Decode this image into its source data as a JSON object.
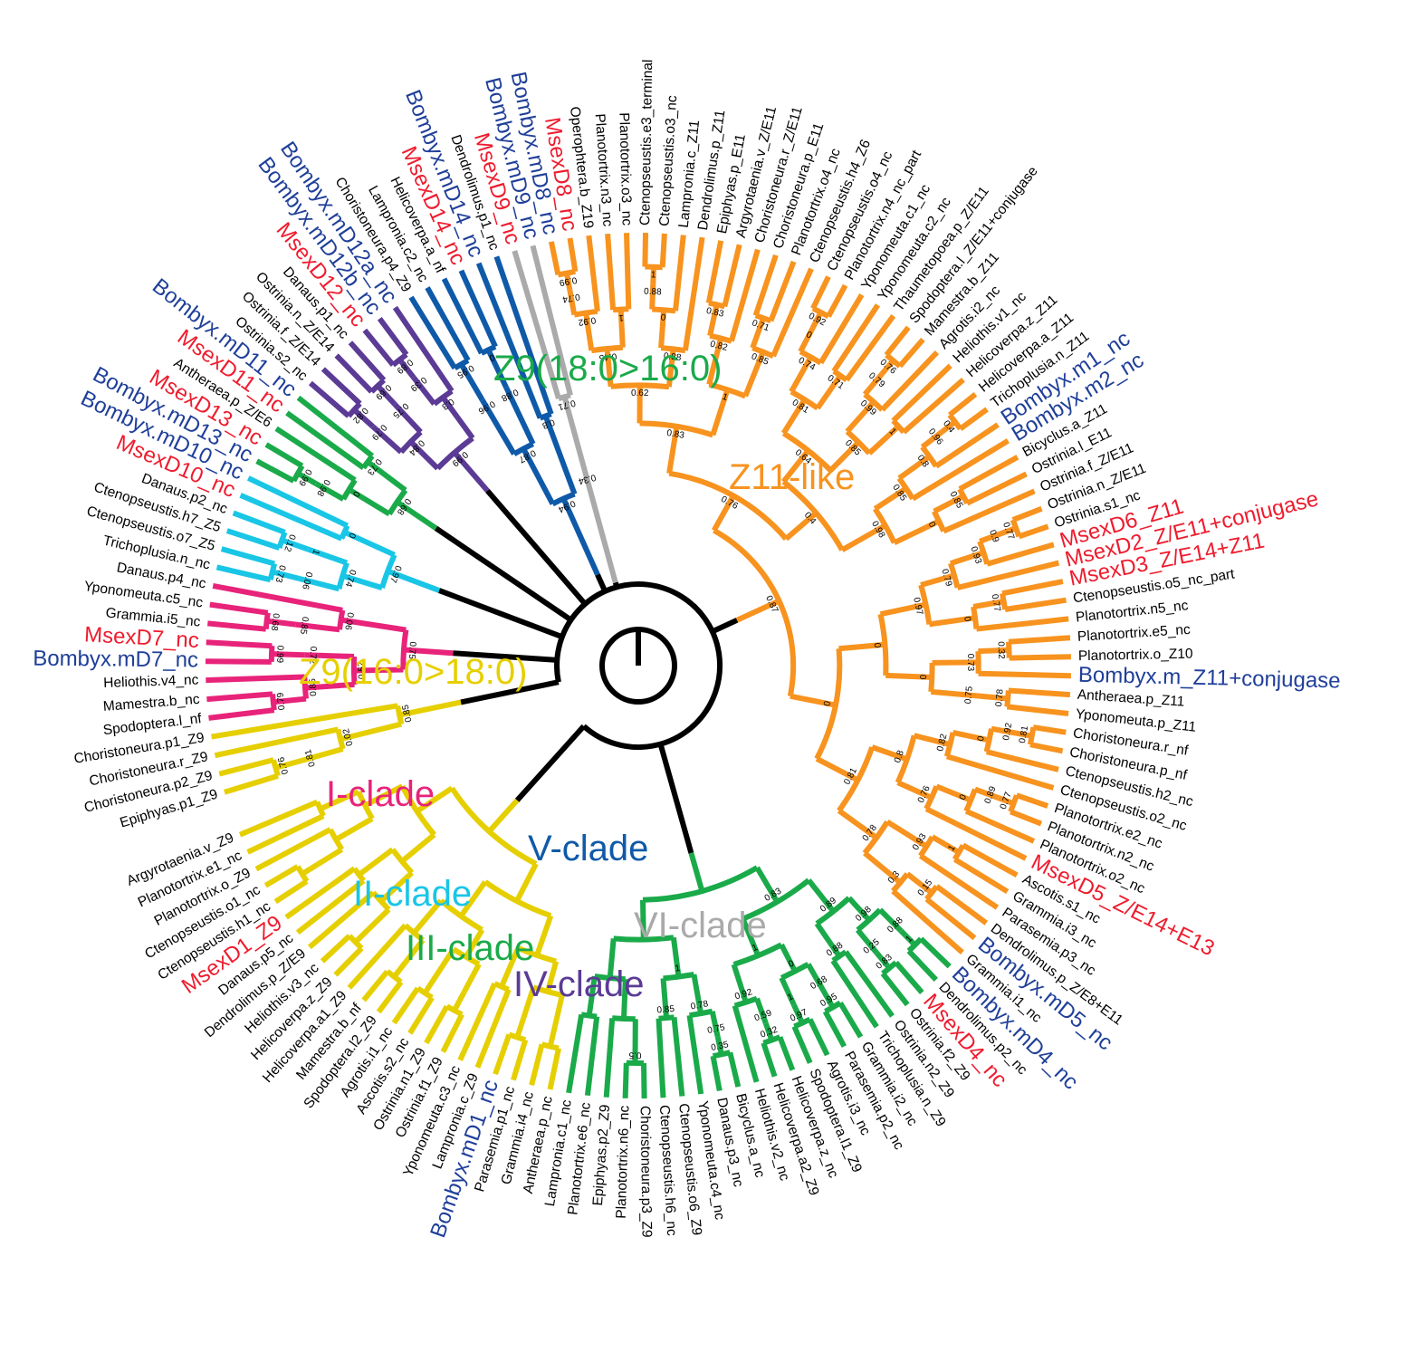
{
  "colors": {
    "Z9_18": "#1aaa4a",
    "Z9_16": "#e6cf00",
    "Z11": "#f7931e",
    "I": "#e8237a",
    "II": "#19c6e6",
    "III": "#1aaa4a",
    "IV": "#5b3b95",
    "V": "#0f5aa8",
    "VI": "#aaaaaa",
    "root": "#000000",
    "label_black": "#000000",
    "label_red": "#ee1c2e",
    "label_blue": "#1f3f99"
  },
  "clade_labels": [
    {
      "key": "Z9_18",
      "text": "Z9(18:0>16:0)"
    },
    {
      "key": "Z11",
      "text": "Z11-like"
    },
    {
      "key": "Z9_16",
      "text": "Z9(16:0>18:0)"
    },
    {
      "key": "I",
      "text": "I-clade"
    },
    {
      "key": "II",
      "text": "II-clade"
    },
    {
      "key": "III",
      "text": "III-clade"
    },
    {
      "key": "IV",
      "text": "IV-clade"
    },
    {
      "key": "V",
      "text": "V-clade"
    },
    {
      "key": "VI",
      "text": "VI-clade"
    }
  ],
  "leaves": [
    {
      "name": "Epiphyas.p1_Z9",
      "clade": "Z9_16",
      "c": "k"
    },
    {
      "name": "Choristoneura.p2_Z9",
      "clade": "Z9_16",
      "c": "k"
    },
    {
      "name": "Choristoneura.r_Z9",
      "clade": "Z9_16",
      "c": "k"
    },
    {
      "name": "Choristoneura.p1_Z9",
      "clade": "Z9_16",
      "c": "k"
    },
    {
      "name": "Spodoptera.l_nf",
      "clade": "I",
      "c": "k"
    },
    {
      "name": "Mamestra.b_nc",
      "clade": "I",
      "c": "k"
    },
    {
      "name": "Heliothis.v4_nc",
      "clade": "I",
      "c": "k"
    },
    {
      "name": "Bombyx.mD7_nc",
      "clade": "I",
      "c": "b"
    },
    {
      "name": "MsexD7_nc",
      "clade": "I",
      "c": "r"
    },
    {
      "name": "Grammia.i5_nc",
      "clade": "I",
      "c": "k"
    },
    {
      "name": "Yponomeuta.c5_nc",
      "clade": "I",
      "c": "k"
    },
    {
      "name": "Danaus.p4_nc",
      "clade": "I",
      "c": "k"
    },
    {
      "name": "Trichoplusia.n_nc",
      "clade": "II",
      "c": "k"
    },
    {
      "name": "Ctenopseustis.o7_Z5",
      "clade": "II",
      "c": "k"
    },
    {
      "name": "Ctenopseustis.h7_Z5",
      "clade": "II",
      "c": "k"
    },
    {
      "name": "Danaus.p2_nc",
      "clade": "II",
      "c": "k"
    },
    {
      "name": "MsexD10_nc",
      "clade": "II",
      "c": "r"
    },
    {
      "name": "Bombyx.mD10_nc",
      "clade": "II",
      "c": "b"
    },
    {
      "name": "Bombyx.mD13_nc",
      "clade": "III",
      "c": "b"
    },
    {
      "name": "MsexD13_nc",
      "clade": "III",
      "c": "r"
    },
    {
      "name": "Antheraea.p_Z/E6",
      "clade": "III",
      "c": "k"
    },
    {
      "name": "MsexD11_nc",
      "clade": "III",
      "c": "r"
    },
    {
      "name": "Bombyx.mD11_nc",
      "clade": "III",
      "c": "b"
    },
    {
      "name": "Ostrinia.s2_nc",
      "clade": "IV",
      "c": "k"
    },
    {
      "name": "Ostrinia.f_Z/E14",
      "clade": "IV",
      "c": "k"
    },
    {
      "name": "Ostrinia.n_Z/E14",
      "clade": "IV",
      "c": "k"
    },
    {
      "name": "Danaus.p1_nc",
      "clade": "IV",
      "c": "k"
    },
    {
      "name": "MsexD12_nc",
      "clade": "IV",
      "c": "r"
    },
    {
      "name": "Bombyx.mD12b_nc",
      "clade": "IV",
      "c": "b"
    },
    {
      "name": "Bombyx.mD12a_nc",
      "clade": "IV",
      "c": "b"
    },
    {
      "name": "Choristoneura.p4_Z9",
      "clade": "V",
      "c": "k"
    },
    {
      "name": "Lampronia.c2_nc",
      "clade": "V",
      "c": "k"
    },
    {
      "name": "Helicoverpa.a_nf",
      "clade": "V",
      "c": "k"
    },
    {
      "name": "MsexD14_nc",
      "clade": "V",
      "c": "r"
    },
    {
      "name": "Bombyx.mD14_nc",
      "clade": "V",
      "c": "b"
    },
    {
      "name": "Dendrolimus.p1_nc",
      "clade": "V",
      "c": "k"
    },
    {
      "name": "MsexD9_nc",
      "clade": "VI",
      "c": "r"
    },
    {
      "name": "Bombyx.mD9_nc",
      "clade": "VI",
      "c": "b"
    },
    {
      "name": "Bombyx.mD8_nc",
      "clade": "Z11",
      "c": "b"
    },
    {
      "name": "MsexD8_nc",
      "clade": "Z11",
      "c": "r"
    },
    {
      "name": "Operophtera.b_Z19",
      "clade": "Z11",
      "c": "k"
    },
    {
      "name": "Planotortrix.n3_nc",
      "clade": "Z11",
      "c": "k"
    },
    {
      "name": "Planotortrix.o3_nc",
      "clade": "Z11",
      "c": "k"
    },
    {
      "name": "Ctenopseustis.e3_terminal",
      "clade": "Z11",
      "c": "k"
    },
    {
      "name": "Ctenopseustis.o3_nc",
      "clade": "Z11",
      "c": "k"
    },
    {
      "name": "Lampronia.c_Z11",
      "clade": "Z11",
      "c": "k"
    },
    {
      "name": "Dendrolimus.p_Z11",
      "clade": "Z11",
      "c": "k"
    },
    {
      "name": "Epiphyas.p_E11",
      "clade": "Z11",
      "c": "k"
    },
    {
      "name": "Argyrotaenia.v_Z/E11",
      "clade": "Z11",
      "c": "k"
    },
    {
      "name": "Choristoneura.r_Z/E11",
      "clade": "Z11",
      "c": "k"
    },
    {
      "name": "Choristoneura.p_E11",
      "clade": "Z11",
      "c": "k"
    },
    {
      "name": "Planotortrix.o4_nc",
      "clade": "Z11",
      "c": "k"
    },
    {
      "name": "Ctenopseustis.h4_Z6",
      "clade": "Z11",
      "c": "k"
    },
    {
      "name": "Ctenopseustis.o4_nc",
      "clade": "Z11",
      "c": "k"
    },
    {
      "name": "Planotortrix.n4_nc_part",
      "clade": "Z11",
      "c": "k"
    },
    {
      "name": "Yponomeuta.c1_nc",
      "clade": "Z11",
      "c": "k"
    },
    {
      "name": "Yponomeuta.c2_nc",
      "clade": "Z11",
      "c": "k"
    },
    {
      "name": "Thaumetopoea.p_Z/E11",
      "clade": "Z11",
      "c": "k"
    },
    {
      "name": "Spodoptera.l_Z/E11+conjugase",
      "clade": "Z11",
      "c": "k"
    },
    {
      "name": "Mamestra.b_Z11",
      "clade": "Z11",
      "c": "k"
    },
    {
      "name": "Agrotis.i2_nc",
      "clade": "Z11",
      "c": "k"
    },
    {
      "name": "Heliothis.v1_nc",
      "clade": "Z11",
      "c": "k"
    },
    {
      "name": "Helicoverpa.z_Z11",
      "clade": "Z11",
      "c": "k"
    },
    {
      "name": "Helicoverpa.a_Z11",
      "clade": "Z11",
      "c": "k"
    },
    {
      "name": "Trichoplusia.n_Z11",
      "clade": "Z11",
      "c": "k"
    },
    {
      "name": "Bombyx.m1_nc",
      "clade": "Z11",
      "c": "b"
    },
    {
      "name": "Bombyx.m2_nc",
      "clade": "Z11",
      "c": "b"
    },
    {
      "name": "Bicyclus.a_Z11",
      "clade": "Z11",
      "c": "k"
    },
    {
      "name": "Ostrinia.l_E11",
      "clade": "Z11",
      "c": "k"
    },
    {
      "name": "Ostrinia.f_Z/E11",
      "clade": "Z11",
      "c": "k"
    },
    {
      "name": "Ostrinia.n_Z/E11",
      "clade": "Z11",
      "c": "k"
    },
    {
      "name": "Ostrinia.s1_nc",
      "clade": "Z11",
      "c": "k"
    },
    {
      "name": "MsexD6_Z11",
      "clade": "Z11",
      "c": "r"
    },
    {
      "name": "MsexD2_Z/E11+conjugase",
      "clade": "Z11",
      "c": "r"
    },
    {
      "name": "MsexD3_Z/E14+Z11",
      "clade": "Z11",
      "c": "r"
    },
    {
      "name": "Ctenopseustis.o5_nc_part",
      "clade": "Z11",
      "c": "k"
    },
    {
      "name": "Planotortrix.n5_nc",
      "clade": "Z11",
      "c": "k"
    },
    {
      "name": "Planotortrix.e5_nc",
      "clade": "Z11",
      "c": "k"
    },
    {
      "name": "Planotortrix.o_Z10",
      "clade": "Z11",
      "c": "k"
    },
    {
      "name": "Bombyx.m_Z11+conjugase",
      "clade": "Z11",
      "c": "b"
    },
    {
      "name": "Antheraea.p_Z11",
      "clade": "Z11",
      "c": "k"
    },
    {
      "name": "Yponomeuta.p_Z11",
      "clade": "Z11",
      "c": "k"
    },
    {
      "name": "Choristoneura.r_nf",
      "clade": "Z11",
      "c": "k"
    },
    {
      "name": "Choristoneura.p_nf",
      "clade": "Z11",
      "c": "k"
    },
    {
      "name": "Ctenopseustis.h2_nc",
      "clade": "Z11",
      "c": "k"
    },
    {
      "name": "Ctenopseustis.o2_nc",
      "clade": "Z11",
      "c": "k"
    },
    {
      "name": "Planotortrix.e2_nc",
      "clade": "Z11",
      "c": "k"
    },
    {
      "name": "Planotortrix.n2_nc",
      "clade": "Z11",
      "c": "k"
    },
    {
      "name": "Planotortrix.o2_nc",
      "clade": "Z11",
      "c": "k"
    },
    {
      "name": "MsexD5_Z/E14+E13",
      "clade": "Z11",
      "c": "r"
    },
    {
      "name": "Ascotis.s1_nc",
      "clade": "Z11",
      "c": "k"
    },
    {
      "name": "Grammia.i3_nc",
      "clade": "Z11",
      "c": "k"
    },
    {
      "name": "Parasemia.p3_nc",
      "clade": "Z11",
      "c": "k"
    },
    {
      "name": "Dendrolimus.p_Z/E8+E11",
      "clade": "Z11",
      "c": "k"
    },
    {
      "name": "Bombyx.mD5_nc",
      "clade": "Z11",
      "c": "b"
    },
    {
      "name": "Grammia.i1_nc",
      "clade": "Z11",
      "c": "k"
    },
    {
      "name": "Bombyx.mD4_nc",
      "clade": "Z9_18",
      "c": "b"
    },
    {
      "name": "Dendrolimus.p2_nc",
      "clade": "Z9_18",
      "c": "k"
    },
    {
      "name": "MsexD4_nc",
      "clade": "Z9_18",
      "c": "r"
    },
    {
      "name": "Ostrinia.f2_Z9",
      "clade": "Z9_18",
      "c": "k"
    },
    {
      "name": "Ostrinia.n2_Z9",
      "clade": "Z9_18",
      "c": "k"
    },
    {
      "name": "Trichoplusia.n_Z9",
      "clade": "Z9_18",
      "c": "k"
    },
    {
      "name": "Grammia.i2_nc",
      "clade": "Z9_18",
      "c": "k"
    },
    {
      "name": "Parasemia.p2_nc",
      "clade": "Z9_18",
      "c": "k"
    },
    {
      "name": "Agrotis.i3_nc",
      "clade": "Z9_18",
      "c": "k"
    },
    {
      "name": "Spodoptera.l1_Z9",
      "clade": "Z9_18",
      "c": "k"
    },
    {
      "name": "Helicoverpa.z_nc",
      "clade": "Z9_18",
      "c": "k"
    },
    {
      "name": "Helicoverpa.a2_Z9",
      "clade": "Z9_18",
      "c": "k"
    },
    {
      "name": "Heliothis.v2_nc",
      "clade": "Z9_18",
      "c": "k"
    },
    {
      "name": "Bicyclus.a_nc",
      "clade": "Z9_18",
      "c": "k"
    },
    {
      "name": "Danaus.p3_nc",
      "clade": "Z9_18",
      "c": "k"
    },
    {
      "name": "Yponomeuta.c4_nc",
      "clade": "Z9_18",
      "c": "k"
    },
    {
      "name": "Ctenopseustis.o6_Z9",
      "clade": "Z9_18",
      "c": "k"
    },
    {
      "name": "Ctenopseustis.h6_nc",
      "clade": "Z9_18",
      "c": "k"
    },
    {
      "name": "Choristoneura.p3_Z9",
      "clade": "Z9_18",
      "c": "k"
    },
    {
      "name": "Planotortrix.n6_nc",
      "clade": "Z9_18",
      "c": "k"
    },
    {
      "name": "Epiphyas.p2_Z9",
      "clade": "Z9_18",
      "c": "k"
    },
    {
      "name": "Planotortrix.e6_nc",
      "clade": "Z9_18",
      "c": "k"
    },
    {
      "name": "Lampronia.c1_nc",
      "clade": "Z9_18",
      "c": "k"
    },
    {
      "name": "Antheraea.p_nc",
      "clade": "Z9_16",
      "c": "k"
    },
    {
      "name": "Grammia.i4_nc",
      "clade": "Z9_16",
      "c": "k"
    },
    {
      "name": "Parasemia.p1_nc",
      "clade": "Z9_16",
      "c": "k"
    },
    {
      "name": "Bombyx.mD1_nc",
      "clade": "Z9_16",
      "c": "b"
    },
    {
      "name": "Lampronia.c_Z9",
      "clade": "Z9_16",
      "c": "k"
    },
    {
      "name": "Yponomeuta.c3_nc",
      "clade": "Z9_16",
      "c": "k"
    },
    {
      "name": "Ostrinia.f1_Z9",
      "clade": "Z9_16",
      "c": "k"
    },
    {
      "name": "Ostrinia.n1_Z9",
      "clade": "Z9_16",
      "c": "k"
    },
    {
      "name": "Ascotis.s2_nc",
      "clade": "Z9_16",
      "c": "k"
    },
    {
      "name": "Agrotis.i1_nc",
      "clade": "Z9_16",
      "c": "k"
    },
    {
      "name": "Spodoptera.l2_Z9",
      "clade": "Z9_16",
      "c": "k"
    },
    {
      "name": "Mamestra.b_nf",
      "clade": "Z9_16",
      "c": "k"
    },
    {
      "name": "Helicoverpa.a1_Z9",
      "clade": "Z9_16",
      "c": "k"
    },
    {
      "name": "Helicoverpa.z_Z9",
      "clade": "Z9_16",
      "c": "k"
    },
    {
      "name": "Heliothis.v3_nc",
      "clade": "Z9_16",
      "c": "k"
    },
    {
      "name": "Dendrolimus.p_Z/E9",
      "clade": "Z9_16",
      "c": "k"
    },
    {
      "name": "Danaus.p5_nc",
      "clade": "Z9_16",
      "c": "k"
    },
    {
      "name": "MsexD1_Z9",
      "clade": "Z9_16",
      "c": "r"
    },
    {
      "name": "Ctenopseustis.h1_nc",
      "clade": "Z9_16",
      "c": "k"
    },
    {
      "name": "Ctenopseustis.o1_nc",
      "clade": "Z9_16",
      "c": "k"
    },
    {
      "name": "Planotortrix.o_Z9",
      "clade": "Z9_16",
      "c": "k"
    },
    {
      "name": "Planotortrix.e1_nc",
      "clade": "Z9_16",
      "c": "k"
    },
    {
      "name": "Argyrotaenia.v_Z9",
      "clade": "Z9_16",
      "c": "k"
    }
  ],
  "supports": [
    "0.76",
    "0.81",
    "0.02",
    "0.85",
    "0.79",
    "0.85",
    "0.99",
    "0.72",
    "0.57",
    "0.68",
    "0.85",
    "0.06",
    "0.75",
    "0.73",
    "0.06",
    "0.12",
    "1",
    "0.74",
    "0",
    "0.97",
    "0.99",
    "0.98",
    "0",
    "0.73",
    "0.68",
    "0.82",
    "0.79",
    "0.69",
    "0.75",
    "0.84",
    "0.89",
    "0.39",
    "0.3",
    "0.99",
    "0.95",
    "0.96",
    "0",
    "0.88",
    "0.87",
    "0.8",
    "0.94",
    "0.71",
    "0.34",
    "0.99",
    "0.74",
    "0.92",
    "1",
    "0.45",
    "1",
    "0.88",
    "0",
    "0.88",
    "0.62",
    "0.83",
    "0.82",
    "0.71",
    "0.85",
    "1",
    "0.83",
    "0.92",
    "0",
    "0.74",
    "0.71",
    "0.81",
    "0.76",
    "0.79",
    "0.99",
    "1",
    "0.85",
    "0.64",
    "0.4",
    "0.96",
    "0.8",
    "0.85",
    "0.85",
    "0",
    "0.98",
    "0.4",
    "0.76",
    "0.77",
    "0.9",
    "0.93",
    "0.79",
    "0.77",
    "0",
    "0.97",
    "0.32",
    "0.73",
    "0.78",
    "0.75",
    "0",
    "0",
    "0.81",
    "0.92",
    "0",
    "0.82",
    "0.77",
    "0.89",
    "0",
    "0.76",
    "0.8",
    "1",
    "0.93",
    "0.15",
    "0.3",
    "0.78",
    "0.81",
    "0",
    "0.87",
    "1",
    "0.88",
    "0.83",
    "0.25",
    "0.98",
    "0.88",
    "0.89",
    "0.95",
    "0.68",
    "0.97",
    "1",
    "0",
    "0.32",
    "0.59",
    "0.92",
    "1",
    "0.83",
    "0.35",
    "0.75",
    "0.78",
    "0.85",
    "1",
    "0.5"
  ]
}
